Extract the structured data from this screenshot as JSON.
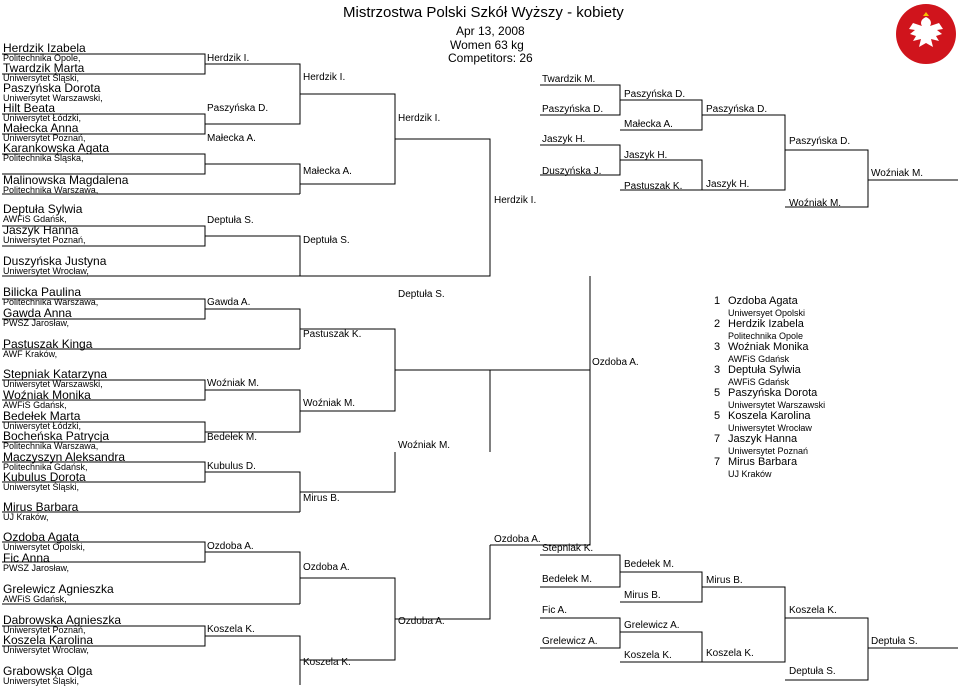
{
  "header": {
    "title": "Mistrzostwa Polski Szkół Wyższy - kobiety",
    "date": "Apr 13, 2008",
    "category": "Women 63 kg",
    "competitors": "Competitors: 26"
  },
  "top_entries": [
    {
      "name": "Herdzik Izabela",
      "club": "Politechnika Opole,"
    },
    {
      "name": "Twardzik Marta",
      "club": "Uniwersytet Śląski,"
    },
    {
      "name": "Paszyńska Dorota",
      "club": "Uniwersytet  Warszawski,"
    },
    {
      "name": "Hilt Beata",
      "club": "Uniwersytet Łódzki,"
    },
    {
      "name": "Małecka Anna",
      "club": "Uniwersytet Poznań,"
    },
    {
      "name": "Karankowska Agata",
      "club": "Politechnika Śląska,"
    },
    {
      "name": "Malinowska Magdalena",
      "club": "Politechnika Warszawa,"
    },
    {
      "name": "Deptuła Sylwia",
      "club": "AWFiS Gdańsk,"
    },
    {
      "name": "Jaszyk Hanna",
      "club": "Uniwersytet Poznań,"
    },
    {
      "name": "Duszyńska Justyna",
      "club": "Uniwersytet Wrocław,"
    }
  ],
  "middle_entries": [
    {
      "name": "Bilicka Paulina",
      "club": "Politechnika Warszawa,"
    },
    {
      "name": "Gawda Anna",
      "club": "PWSZ Jarosław,"
    },
    {
      "name": "Pastuszak Kinga",
      "club": "AWF Kraków,"
    },
    {
      "name": "Stepniak Katarzyna",
      "club": "Uniwersytet  Warszawski,"
    },
    {
      "name": "Woźniak Monika",
      "club": "AWFiS Gdańsk,"
    },
    {
      "name": "Bedełek Marta",
      "club": "Uniwersytet Łódzki,"
    },
    {
      "name": "Bocheńska Patrycja",
      "club": "Politechnika Warszawa,"
    },
    {
      "name": "Maczyszyn Aleksandra",
      "club": "Politechnika Gdańsk,"
    },
    {
      "name": "Kubulus Dorota",
      "club": "Uniwersytet Śląski,"
    },
    {
      "name": "Mirus Barbara",
      "club": "UJ Kraków,"
    }
  ],
  "bottom_entries": [
    {
      "name": "Ozdoba Agata",
      "club": "Uniwersytet Opolski,"
    },
    {
      "name": "Fic Anna",
      "club": "PWSZ Jarosław,"
    },
    {
      "name": "Grelewicz Agnieszka",
      "club": "AWFiS Gdańsk,"
    },
    {
      "name": "Dabrowska Agnieszka",
      "club": "Uniwersytet Poznań,"
    },
    {
      "name": "Koszela Karolina",
      "club": "Uniwersytet Wrocław,"
    },
    {
      "name": "Grabowska Olga",
      "club": "Uniwersytet Śląski,"
    }
  ],
  "winners": {
    "r1_herdzik": "Herdzik I.",
    "r1_paszynska": "Paszyńska D.",
    "r1_malecka": "Małecka A.",
    "r1_deptula": "Deptuła S.",
    "r2_herdzik": "Herdzik I.",
    "r2_malecka": "Małecka A.",
    "r2_deptula": "Deptuła S.",
    "r3_herdzik": "Herdzik I.",
    "top_final": "Herdzik I.",
    "m1_gawda": "Gawda A.",
    "m1_wozniak": "Woźniak M.",
    "m1_bedelek": "Bedełek M.",
    "m1_kubulus": "Kubulus D.",
    "m2_pastuszak": "Pastuszak K.",
    "m2_wozniak": "Woźniak M.",
    "m2_mirus": "Mirus B.",
    "m3_deptula": "Deptuła S.",
    "m3_wozniak": "Woźniak M.",
    "m4_ozdoba": "Ozdoba A.",
    "b1_ozdoba": "Ozdoba A.",
    "b1_koszela": "Koszela K.",
    "b2_ozdoba": "Ozdoba A.",
    "b2_koszela": "Koszela K.",
    "b3_ozdoba": "Ozdoba A.",
    "bottom_final": "Ozdoba A."
  },
  "repechage_top": {
    "twardzik": "Twardzik M.",
    "paszynska_a": "Paszyńska D.",
    "paszynska_b": "Paszyńska D.",
    "jaszyk_a": "Jaszyk H.",
    "malecka": "Małecka A.",
    "duszynska": "Duszyńska J.",
    "jaszyk_b": "Jaszyk H.",
    "pastuszak": "Pastuszak K.",
    "paszynska_c": "Paszyńska D.",
    "jaszyk_c": "Jaszyk H.",
    "paszynska_d": "Paszyńska D.",
    "wozniak_a": "Woźniak M.",
    "wozniak_b": "Woźniak M."
  },
  "repechage_bottom": {
    "stepniak": "Stepniak K.",
    "bedelek_a": "Bedełek M.",
    "bedelek_b": "Bedełek M.",
    "mirus_a": "Mirus B.",
    "fic": "Fic A.",
    "grelewicz_a": "Grelewicz A.",
    "grelewicz_b": "Grelewicz A.",
    "koszela_a": "Koszela K.",
    "mirus_b": "Mirus B.",
    "koszela_b": "Koszela K.",
    "koszela_c": "Koszela K.",
    "deptula_a": "Deptuła S.",
    "deptula_b": "Deptuła S."
  },
  "standings": [
    {
      "place": "1",
      "name": "Ozdoba Agata",
      "club": "Uniwersyet Opolski"
    },
    {
      "place": "2",
      "name": "Herdzik Izabela",
      "club": "Politechnika Opole"
    },
    {
      "place": "3",
      "name": "Woźniak Monika",
      "club": "AWFiS Gdańsk"
    },
    {
      "place": "3",
      "name": "Deptuła Sylwia",
      "club": "AWFiS Gdańsk"
    },
    {
      "place": "5",
      "name": "Paszyńska Dorota",
      "club": "Uniwersytet  Warszawski"
    },
    {
      "place": "5",
      "name": "Koszela Karolina",
      "club": "Uniwersytet Wrocław"
    },
    {
      "place": "7",
      "name": "Jaszyk Hanna",
      "club": "Uniwersytet Poznań"
    },
    {
      "place": "7",
      "name": "Mirus Barbara",
      "club": "UJ Kraków"
    }
  ],
  "emblem": {
    "icon": "polish-judo-eagle-icon",
    "red": "#d0141c"
  }
}
